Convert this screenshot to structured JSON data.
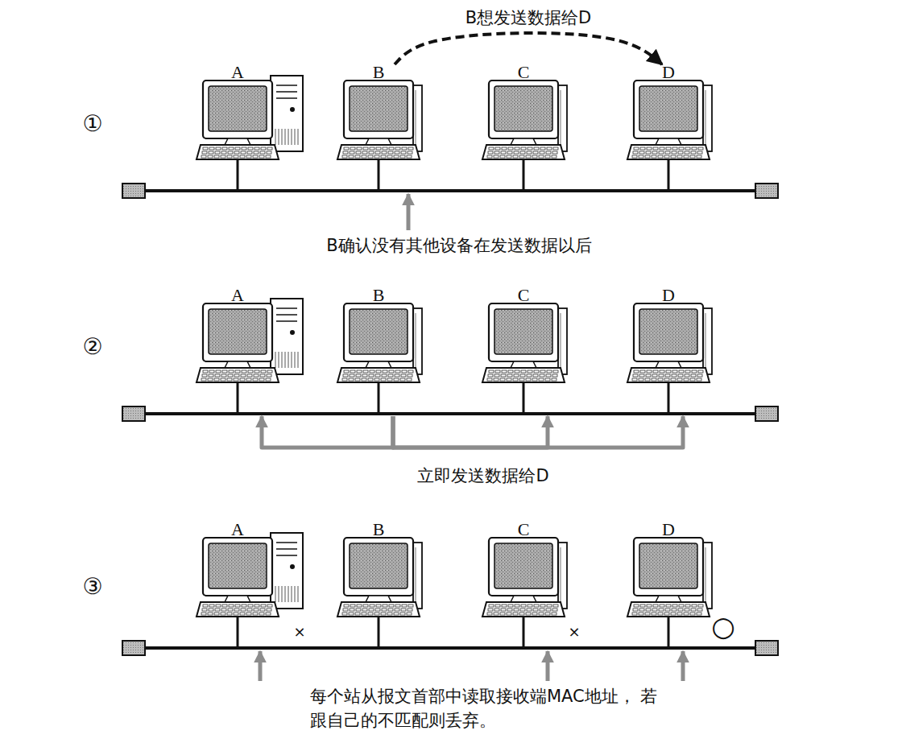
{
  "diagram": {
    "nodes": [
      {
        "text": [
          "A"
        ]
      },
      {
        "text": [
          "B"
        ]
      },
      {
        "text": [
          "C"
        ]
      },
      {
        "text": [
          "D"
        ]
      },
      {
        "text": [
          "A"
        ]
      },
      {
        "text": [
          "B"
        ]
      },
      {
        "text": [
          "C"
        ]
      },
      {
        "text": [
          "D"
        ]
      },
      {
        "text": [
          "A"
        ]
      },
      {
        "text": [
          "B"
        ]
      },
      {
        "text": [
          "C"
        ]
      },
      {
        "text": [
          "D"
        ]
      }
    ],
    "edges": [
      {
        "from": 1,
        "to": 3,
        "arrow": "to",
        "label": "B想发送数据给D"
      },
      {
        "from": 5,
        "to": 4,
        "arrow": "to"
      },
      {
        "from": 5,
        "to": 6,
        "arrow": "to"
      },
      {
        "from": 5,
        "to": 7,
        "arrow": "to"
      }
    ],
    "labels": [
      "①",
      "B确认没有其他设备在发送数据以后",
      "②",
      "立即发送数据给D",
      "③",
      "×",
      "×",
      "○",
      "每个站从报文首部中读取接收端MAC地址， 若跟自己的不匹配则丢弃。"
    ]
  }
}
